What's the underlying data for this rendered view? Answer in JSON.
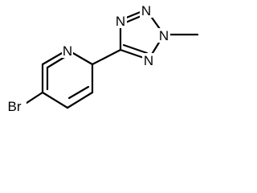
{
  "molecule": {
    "atoms": {
      "br": "Br",
      "n_pyridine": "N",
      "n1": "N",
      "n2": "N",
      "n3": "N",
      "n4": "N"
    }
  }
}
